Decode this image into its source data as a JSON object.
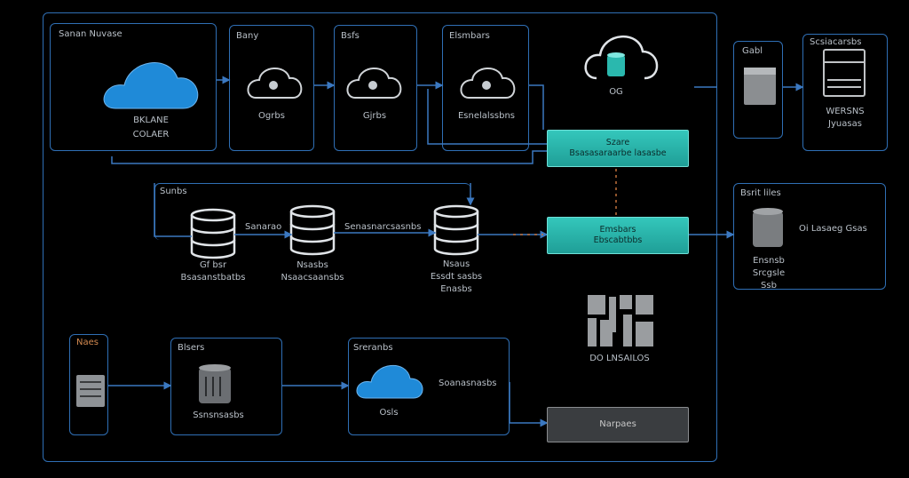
{
  "frames": {
    "main": "Sanan Nuvase",
    "c1": "Bany",
    "c2": "Bsfs",
    "c3": "Elsmbars",
    "stor": "Sunbs",
    "r1": "Blsers",
    "r2": "Sreranbs",
    "rt1": "Gabl",
    "rt2": "Scsiacarsbs",
    "rt3": "Bsrit liles"
  },
  "labels": {
    "cloud_main_1": "BKLANE",
    "cloud_main_2": "COLAER",
    "c1_caption": "Ogrbs",
    "c2_caption": "Gjrbs",
    "c3_caption": "Esnelalssbns",
    "db_cloud": "OG",
    "teal1_l1": "Szare",
    "teal1_l2": "Bsasasaraarbe lasasbe",
    "teal2_l1": "Emsbars",
    "teal2_l2": "Ebscabtbbs",
    "db1_l1": "Gf bsr",
    "db1_l2": "Bsasanstbatbs",
    "db2_l1": "Nsasbs",
    "db2_l2": "Nsaacsaansbs",
    "db3_l1": "Nsaus",
    "db3_l2": "Essdt sasbs",
    "db3_l3": "Enasbs",
    "link1": "Sanarao",
    "link2": "Senasnarcsasnbs",
    "qr_caption": "DO LNSAILOS",
    "rt1_caption": "",
    "rt2_l1": "WERSNS",
    "rt2_l2": "Jyuasas",
    "rt3_side": "Oi Lasaeg Gsas",
    "rt3_l1": "Ensnsb",
    "rt3_l2": "Srcgsle",
    "rt3_l3": "Ssb",
    "r1_caption": "Ssnsnsasbs",
    "r2_cloud": "Osls",
    "r2_side": "Soanasnasbs",
    "bottom_box": "Narpaes",
    "left_badge": "Naes"
  },
  "colors": {
    "frame_blue": "#2f6fb5",
    "cloud_blue": "#1f8ad8",
    "teal": "#2ab8ae",
    "line": "#3b78c0",
    "accent_orange": "#c0703a"
  }
}
